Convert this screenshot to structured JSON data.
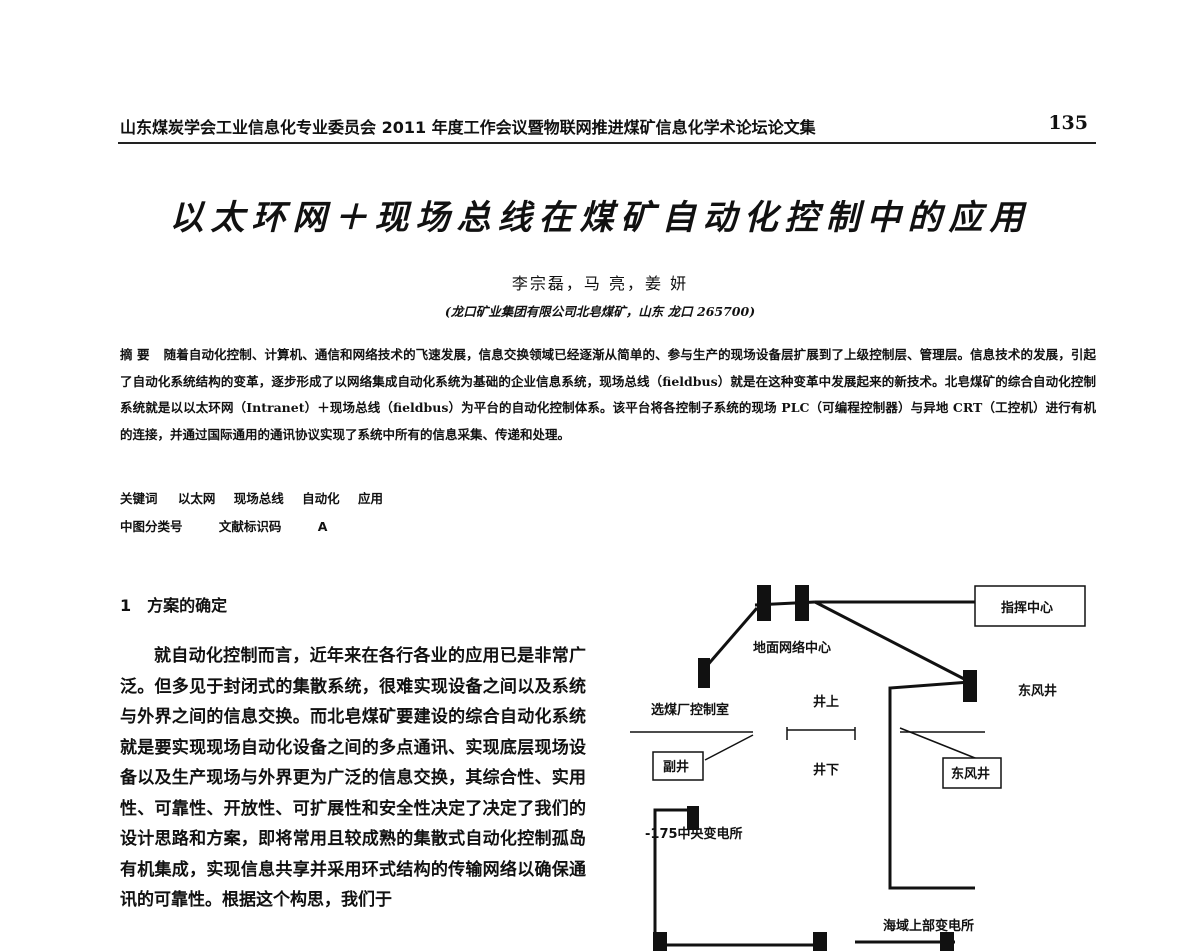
{
  "header": {
    "running_title": "山东煤炭学会工业信息化专业委员会   2011 年度工作会议暨物联网推进煤矿信息化学术论坛论文集",
    "page_number": "135"
  },
  "article": {
    "title": "以太环网＋现场总线在煤矿自动化控制中的应用",
    "authors": "李宗磊，马 亮，姜 妍",
    "affiliation": "(龙口矿业集团有限公司北皂煤矿，山东 龙口 265700)",
    "abstract_label": "摘 要",
    "abstract_text": "随着自动化控制、计算机、通信和网络技术的飞速发展，信息交换领域已经逐渐从简单的、参与生产的现场设备层扩展到了上级控制层、管理层。信息技术的发展，引起了自动化系统结构的变革，逐步形成了以网络集成自动化系统为基础的企业信息系统，现场总线（fieldbus）就是在这种变革中发展起来的新技术。北皂煤矿的综合自动化控制系统就是以以太环网（Intranet）＋现场总线（fieldbus）为平台的自动化控制体系。该平台将各控制子系统的现场 PLC（可编程控制器）与异地 CRT（工控机）进行有机的连接，并通过国际通用的通讯协议实现了系统中所有的信息采集、传递和处理。",
    "keywords_label": "关键词",
    "keywords": [
      "以太网",
      "现场总线",
      "自动化",
      "应用"
    ],
    "classification_label": "中图分类号",
    "doc_code_label": "文献标识码",
    "doc_code": "A"
  },
  "section": {
    "number": "1",
    "heading": "方案的确定",
    "paragraph": "就自动化控制而言，近年来在各行各业的应用已是非常广泛。但多见于封闭式的集散系统，很难实现设备之间以及系统与外界之间的信息交换。而北皂煤矿要建设的综合自动化系统就是要实现现场自动化设备之间的多点通讯、实现底层现场设备以及生产现场与外界更为广泛的信息交换，其综合性、实用性、可靠性、开放性、可扩展性和安全性决定了决定了我们的设计思路和方案，即将常用且较成熟的集散式自动化控制孤岛有机集成，实现信息共享并采用环式结构的传输网络以确保通讯的可靠性。根据这个构思，我们于"
  },
  "figure": {
    "labels": {
      "command_center": "指挥中心",
      "ground_network_center": "地面网络中心",
      "dongfeng_shaft_right": "东风井",
      "coal_prep_control_room": "选煤厂控制室",
      "aboveground": "井上",
      "underground": "井下",
      "auxiliary_shaft": "副井",
      "dongfeng_shaft_box": "东风井",
      "central_substation": "-175中央变电所",
      "haiyu_upper_substation": "海域上部变电所"
    }
  }
}
